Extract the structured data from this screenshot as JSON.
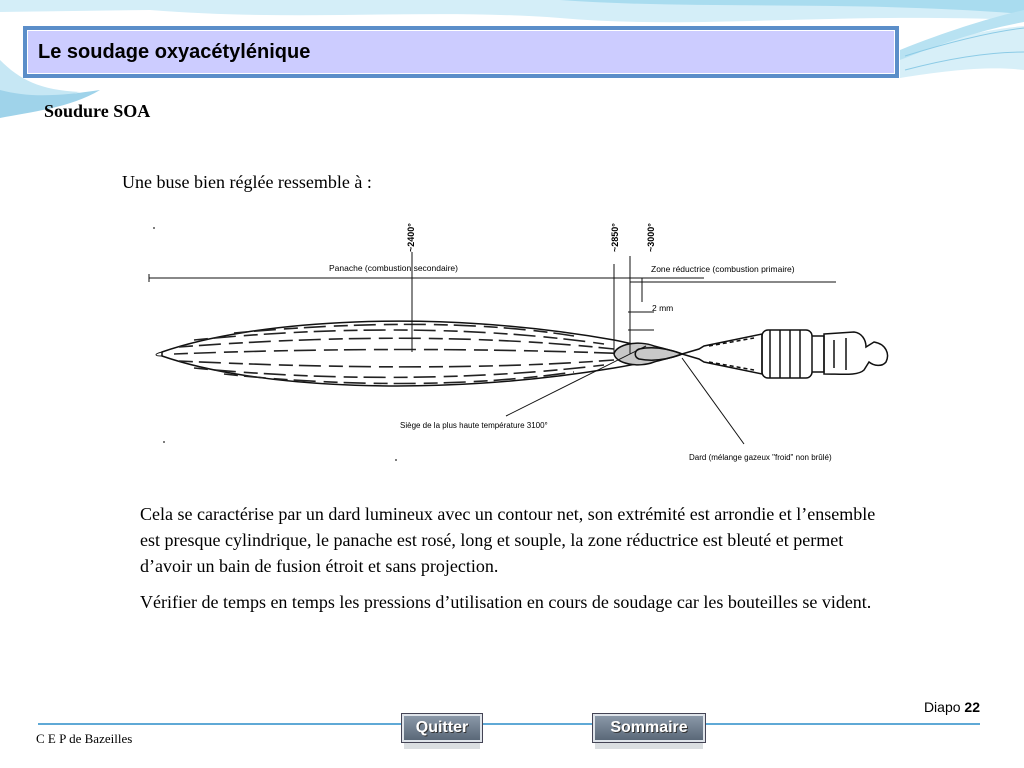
{
  "slide": {
    "title": "Le soudage oxyacétylénique",
    "subtitle": "Soudure SOA",
    "intro": "Une buse bien réglée ressemble à :",
    "paragraphs": [
      "Cela se caractérise par  un dard lumineux avec un contour net, son extrémité est arrondie et l’ensemble est presque cylindrique, le panache est rosé, long et souple, la zone réductrice est bleuté et permet d’avoir un bain de fusion étroit et sans projection.",
      "Vérifier de temps en temps les pressions d’utilisation en cours de soudage car les bouteilles se vident."
    ],
    "slide_label": "Diapo",
    "slide_number": "22"
  },
  "diagram": {
    "labels": {
      "t2400": "~2400°",
      "t2850": "~2850°",
      "t3000": "~3000°",
      "panache": "Panache (combustion secondaire)",
      "zone": "Zone réductrice (combustion primaire)",
      "mm": "2 mm",
      "siege": "Siège de la plus haute température 3100°",
      "dard": "Dard (mélange gazeux \"froid\" non brûlé)"
    }
  },
  "footer": {
    "org": "C E P de Bazeilles",
    "quit_label": "Quitter",
    "menu_label": "Sommaire"
  },
  "colors": {
    "title_bg": "#ccccff",
    "title_border": "#5b8ec9",
    "accent": "#5fa9d6"
  }
}
